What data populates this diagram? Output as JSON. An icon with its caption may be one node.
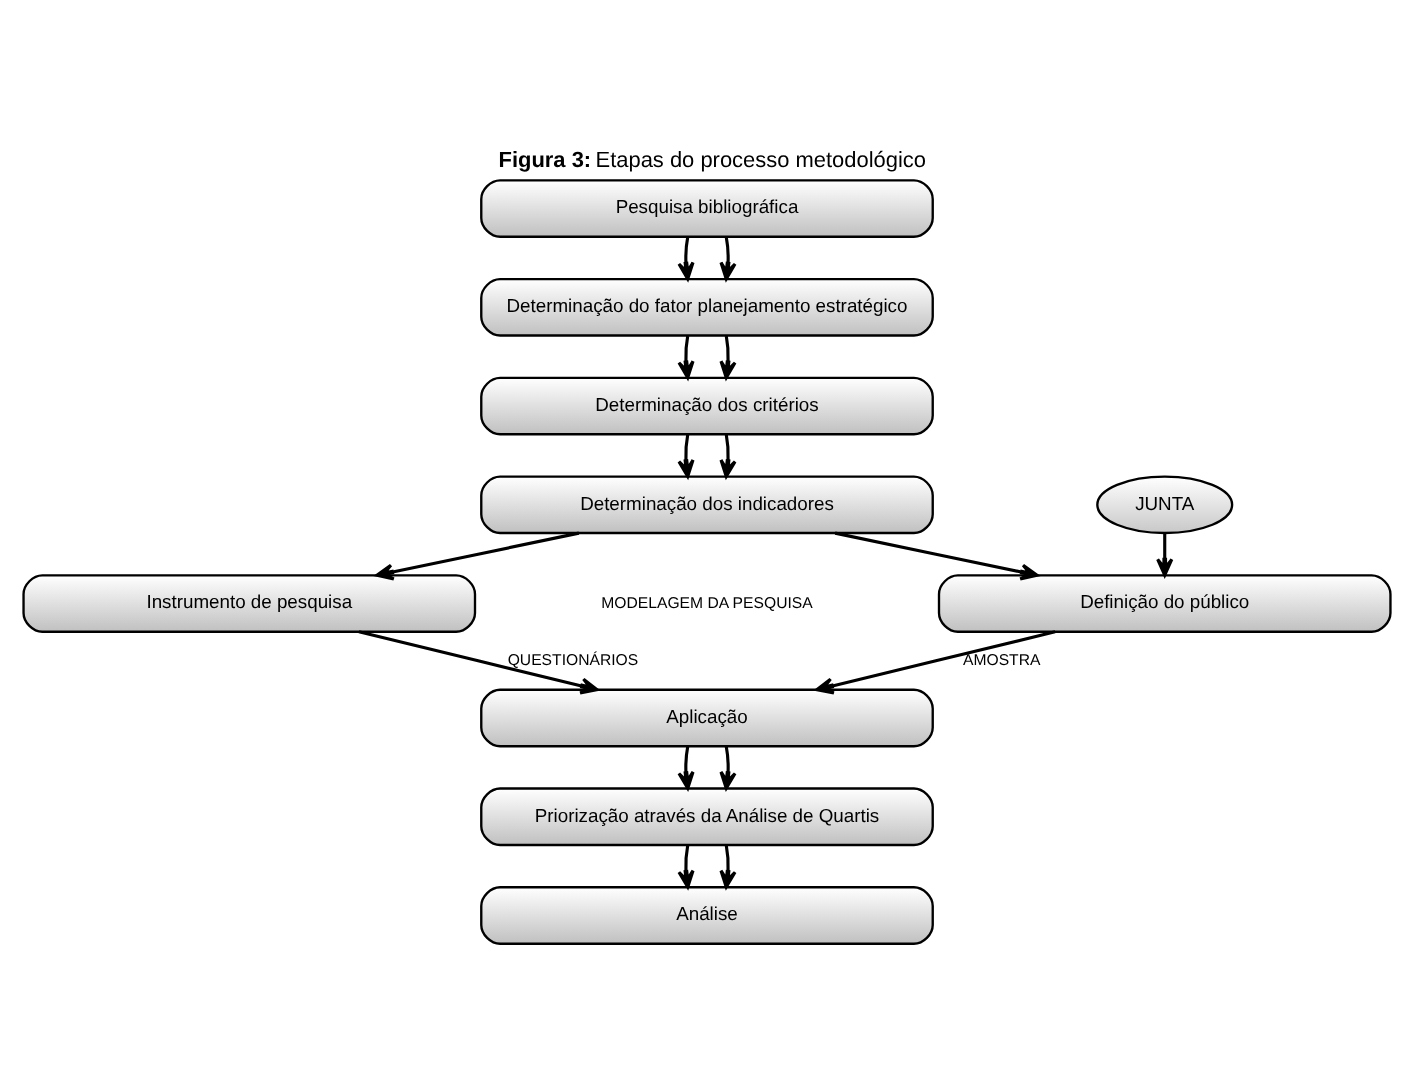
{
  "diagram": {
    "title": "**Figura 3:** Etapas do processo metodológico",
    "nodes": [
      {
        "text": [
          "Pesquisa bibliográfica"
        ]
      },
      {
        "text": [
          "Determinação do fator planejamento estratégico"
        ]
      },
      {
        "text": [
          "Determinação dos critérios"
        ]
      },
      {
        "text": [
          "Determinação dos indicadores"
        ]
      },
      {
        "text": [
          "Instrumento de pesquisa"
        ]
      },
      {
        "text": [
          "Definição do público"
        ]
      },
      {
        "text": [
          "JUNTA"
        ]
      },
      {
        "text": [
          "Aplicação"
        ]
      },
      {
        "text": [
          "Priorização através da Análise de Quartis"
        ]
      },
      {
        "text": [
          "Análise"
        ]
      }
    ],
    "edges": [
      {
        "from": 0,
        "to": 1,
        "arrow": "to"
      },
      {
        "from": 0,
        "to": 1,
        "arrow": "to"
      },
      {
        "from": 1,
        "to": 2,
        "arrow": "to"
      },
      {
        "from": 1,
        "to": 2,
        "arrow": "to"
      },
      {
        "from": 2,
        "to": 3,
        "arrow": "to"
      },
      {
        "from": 2,
        "to": 3,
        "arrow": "to"
      },
      {
        "from": 3,
        "to": 4,
        "arrow": "to"
      },
      {
        "from": 3,
        "to": 5,
        "arrow": "to"
      },
      {
        "from": 6,
        "to": 5,
        "arrow": "to"
      },
      {
        "from": 4,
        "to": 7,
        "arrow": "to",
        "label": "QUESTIONÁRIOS"
      },
      {
        "from": 5,
        "to": 7,
        "arrow": "to",
        "label": "AMOSTRA"
      },
      {
        "from": 7,
        "to": 8,
        "arrow": "to"
      },
      {
        "from": 7,
        "to": 8,
        "arrow": "to"
      },
      {
        "from": 8,
        "to": 9,
        "arrow": "to"
      },
      {
        "from": 8,
        "to": 9,
        "arrow": "to"
      }
    ],
    "labels": [
      "MODELAGEM DA PESQUISA"
    ]
  }
}
